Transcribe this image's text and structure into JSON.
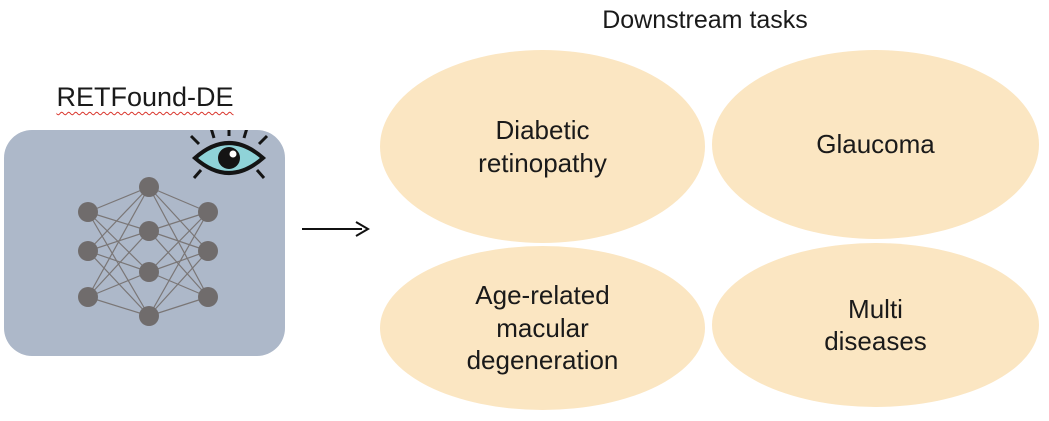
{
  "model": {
    "title": "RETFound-DE",
    "icon": "eye-icon",
    "network_layers": [
      3,
      4,
      3
    ]
  },
  "arrow_icon": "right-arrow-icon",
  "tasks": {
    "title": "Downstream tasks",
    "items": [
      {
        "label": "Diabetic\nretinopathy"
      },
      {
        "label": "Glaucoma"
      },
      {
        "label": "Age-related\nmacular\ndegeneration"
      },
      {
        "label": "Multi\ndiseases"
      }
    ]
  },
  "colors": {
    "model_box": "#adb8c9",
    "node": "#706c6c",
    "task_fill": "#fbe6c2",
    "eye_fill": "#8fd3d8"
  }
}
